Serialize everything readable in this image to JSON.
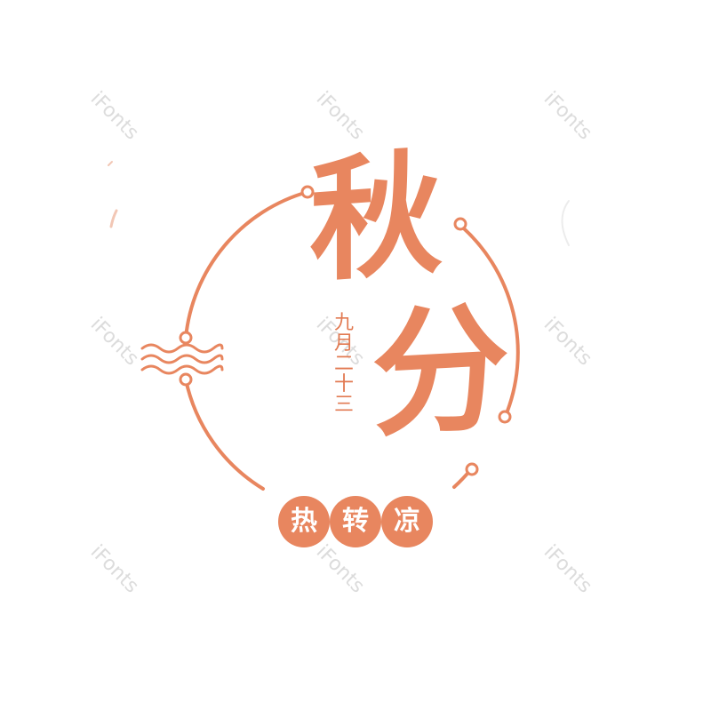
{
  "palette": {
    "accent": "#e8865f",
    "accent_dark": "#e27a52",
    "background": "#ffffff",
    "watermark": "#d6d6d6"
  },
  "title": {
    "char_1": "秋",
    "char_2": "分"
  },
  "date_text": "九月二十三",
  "seals": [
    "热",
    "转",
    "凉"
  ],
  "watermark_text": "iFonts",
  "icons": {
    "wave": "wave-lines-icon",
    "ring": "ring-outline"
  }
}
